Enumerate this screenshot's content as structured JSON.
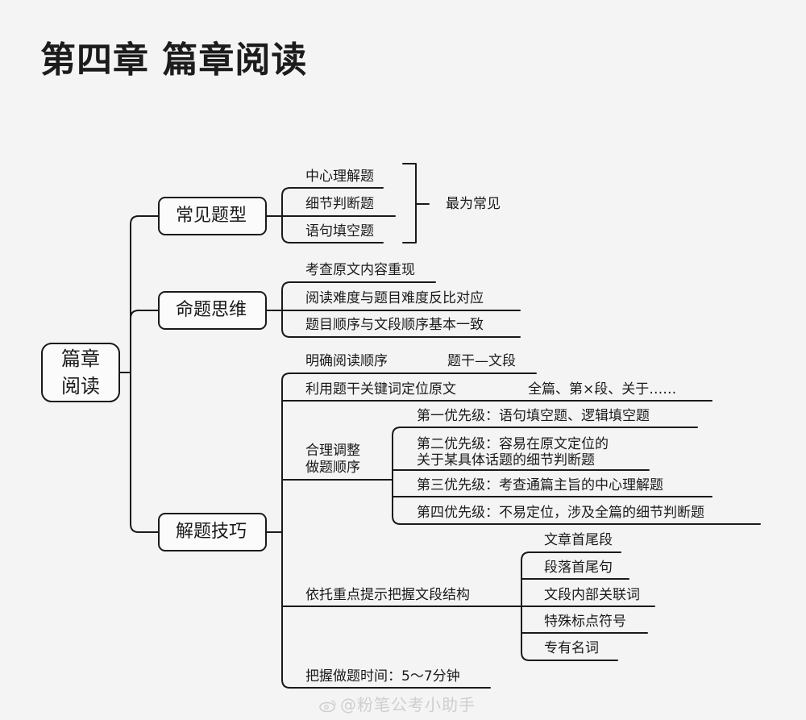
{
  "title": "第四章 篇章阅读",
  "root": {
    "line1": "篇章",
    "line2": "阅读"
  },
  "branches": {
    "types": {
      "label": "常见题型",
      "items": [
        "中心理解题",
        "细节判断题",
        "语句填空题"
      ],
      "bracket_note": "最为常见"
    },
    "thinking": {
      "label": "命题思维",
      "items": [
        "考查原文内容重现",
        "阅读难度与题目难度反比对应",
        "题目顺序与文段顺序基本一致"
      ]
    },
    "skills": {
      "label": "解题技巧",
      "order": {
        "label": "明确阅读顺序",
        "note": "题干—文段"
      },
      "locate": {
        "label": "利用题干关键词定位原文",
        "note": "全篇、第×段、关于……"
      },
      "adjust": {
        "line1": "合理调整",
        "line2": "做题顺序",
        "items": [
          {
            "text": "第一优先级：语句填空题、逻辑填空题"
          },
          {
            "line1": "第二优先级：容易在原文定位的",
            "line2": "关于某具体话题的细节判断题"
          },
          {
            "text": "第三优先级：考查通篇主旨的中心理解题"
          },
          {
            "text": "第四优先级：不易定位，涉及全篇的细节判断题"
          }
        ]
      },
      "structure": {
        "label": "依托重点提示把握文段结构",
        "items": [
          "文章首尾段",
          "段落首尾句",
          "文段内部关联词",
          "特殊标点符号",
          "专有名词"
        ]
      },
      "time": {
        "label": "把握做题时间：5～7分钟"
      }
    }
  },
  "watermark": "@粉笔公考小助手",
  "colors": {
    "line": "#1a1a1a",
    "background": "#f4f4f4",
    "watermark": "#cfcfcf"
  }
}
